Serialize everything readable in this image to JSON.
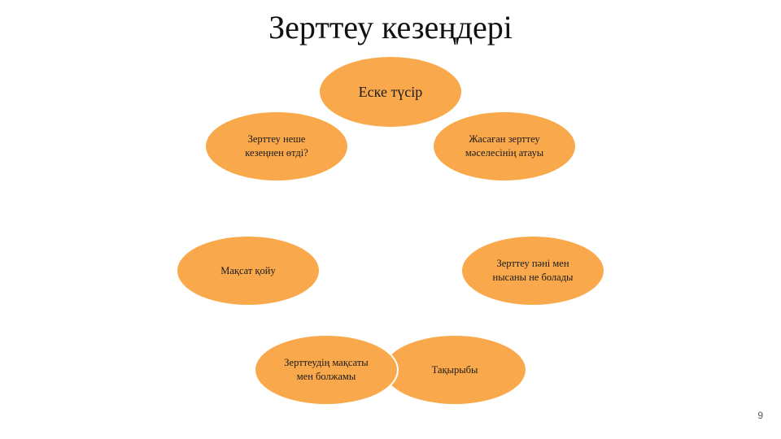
{
  "slide": {
    "title": "Зерттеу кезеңдері",
    "page_number": "9",
    "accent_color": "#F9A94B",
    "nodes": [
      {
        "label": "Еске түсір"
      },
      {
        "label": "Жасаған зерттеу мәселесінің атауы"
      },
      {
        "label": "Зерттеу пәні мен нысаны не болады"
      },
      {
        "label": "Тақырыбы"
      },
      {
        "label": "Зерттеудің мақсаты мен болжамы"
      },
      {
        "label": "Мақсат қойу"
      },
      {
        "label": "Зерттеу неше кезеңнен өтді?"
      }
    ]
  }
}
